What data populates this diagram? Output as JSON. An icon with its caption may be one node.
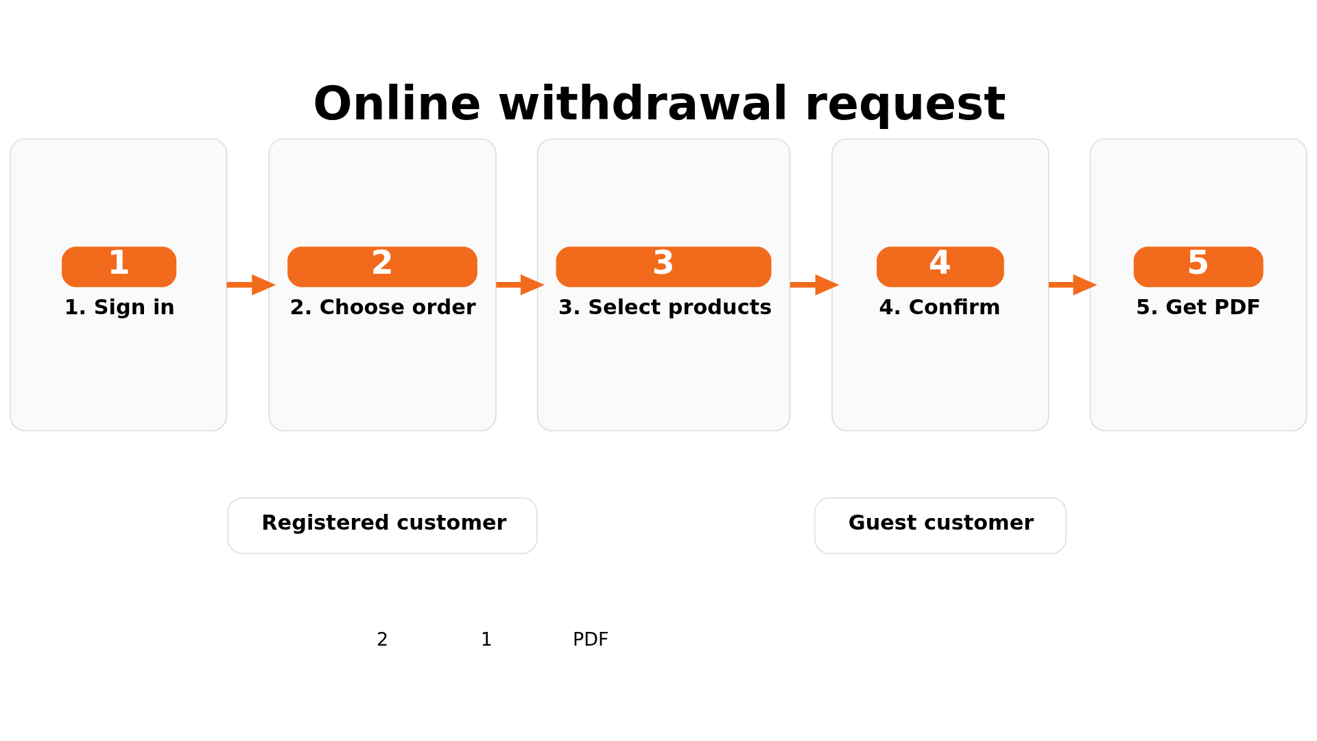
{
  "diagram": {
    "title": "Online withdrawal request",
    "nodes": [
      {
        "text": [
          "1",
          "1. Sign in"
        ]
      },
      {
        "text": [
          "2",
          "2. Choose order"
        ]
      },
      {
        "text": [
          "3",
          "3. Select products"
        ]
      },
      {
        "text": [
          "4",
          "4. Confirm"
        ]
      },
      {
        "text": [
          "5",
          "5. Get PDF"
        ]
      },
      {
        "text": [
          "Registered customer"
        ]
      },
      {
        "text": [
          "Guest customer"
        ]
      }
    ],
    "edges": [
      {
        "from": 0,
        "to": 1,
        "arrow": "to"
      },
      {
        "from": 1,
        "to": 2,
        "arrow": "to"
      },
      {
        "from": 2,
        "to": 3,
        "arrow": "to"
      },
      {
        "from": 3,
        "to": 4,
        "arrow": "to"
      }
    ],
    "labels": [
      "2",
      "1",
      "PDF"
    ]
  }
}
